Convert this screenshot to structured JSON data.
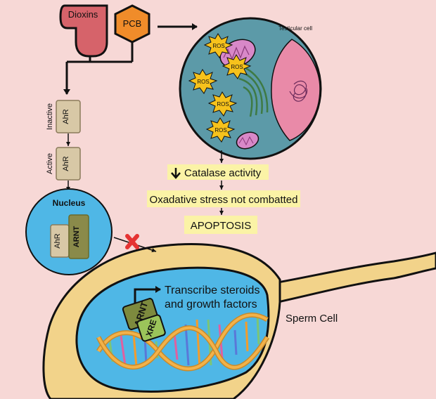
{
  "toxins": {
    "dioxins": "Dioxins",
    "pcb": "PCB"
  },
  "receptor_path": {
    "inactive_state": "Inactive",
    "active_state": "Active",
    "ahr": "AhR",
    "nucleus": "Nucleus",
    "nucleus_ahr": "AhR",
    "nucleus_arnt": "ARNT"
  },
  "testicular_cell": {
    "label": "Testicular cell",
    "ros": [
      "ROS",
      "ROS",
      "ROS",
      "ROS",
      "ROS"
    ]
  },
  "effects": {
    "catalase": "Catalase activity",
    "stress": "Oxadative stress not combatted",
    "apoptosis": "APOPTOSIS"
  },
  "sperm": {
    "label": "Sperm Cell",
    "transcribe_line1": "Transcribe steroids",
    "transcribe_line2": "and growth factors",
    "arnt": "ARNT",
    "xre": "XRE"
  },
  "colors": {
    "background": "#f7d8d6",
    "dioxins": "#d6636a",
    "pcb": "#f08c2a",
    "cell": "#5c9aa8",
    "nucleus": "#e98aa8",
    "highlight": "#fbf3a6",
    "sperm_body": "#f2d38a",
    "sperm_inner": "#4fb7e6",
    "blocked": "#e53333"
  }
}
